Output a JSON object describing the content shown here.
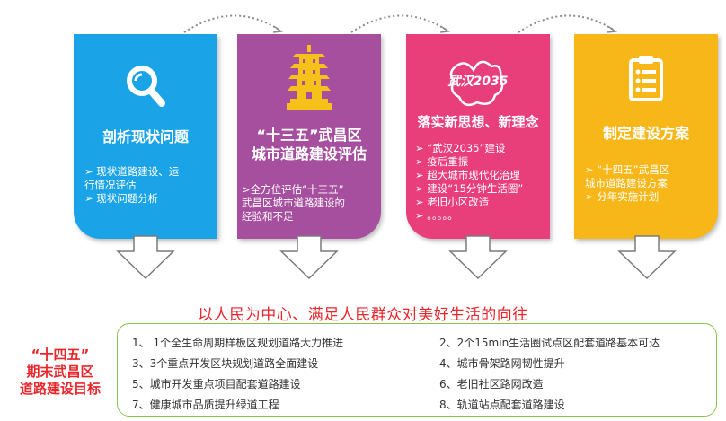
{
  "cards": [
    {
      "title": "剖析现状问题",
      "items": [
        "➢ 现状道路建设、运",
        "    行情况评估",
        "➢ 现状问题分析"
      ]
    },
    {
      "title_line1": "“十三五”武昌区",
      "title_line2": "城市道路建设评估",
      "items": [
        ">全方位评估“十三五”",
        "武昌区城市道路建设的",
        "经验和不足"
      ]
    },
    {
      "logo_text": "武汉2035",
      "title": "落实新思想、新理念",
      "items": [
        "➢ “武汉2035”建设",
        "➢ 疫后重振",
        "➢ 超大城市现代化治理",
        "➢ 建设“15分钟生活圈”",
        "➢ 老旧小区改造",
        "➢ 。。。。。"
      ]
    },
    {
      "title": "制定建设方案",
      "items": [
        "➢ “十四五”武昌区",
        "    城市道路建设方案",
        "➢ 分年实施计划"
      ]
    }
  ],
  "icons": [
    "magnifier-icon",
    "pagoda-icon",
    "wuhan-2035-logo",
    "clipboard-list-icon"
  ],
  "slogan": "以人民为中心、满足人民群众对美好生活的向往",
  "goals_label": [
    "“十四五”",
    "期末武昌区",
    "道路建设目标"
  ],
  "goals": [
    "1、 1个全生命周期样板区规划道路大力推进",
    "2、2个15min生活圈试点区配套道路基本可达",
    "3、3个重点开发区块规划道路全面建设",
    "4、城市骨架路网韧性提升",
    "5、城市开发重点项目配套道路建设",
    "6、老旧社区路网改造",
    "7、健康城市品质提升绿道工程",
    "8、轨道站点配套道路建设"
  ],
  "colors": {
    "card1": "#1aa3e6",
    "card2": "#a64f9e",
    "card3": "#e83f7a",
    "card4": "#f7b718",
    "accent_red": "#e8262c",
    "goal_border": "#8cc34a"
  }
}
